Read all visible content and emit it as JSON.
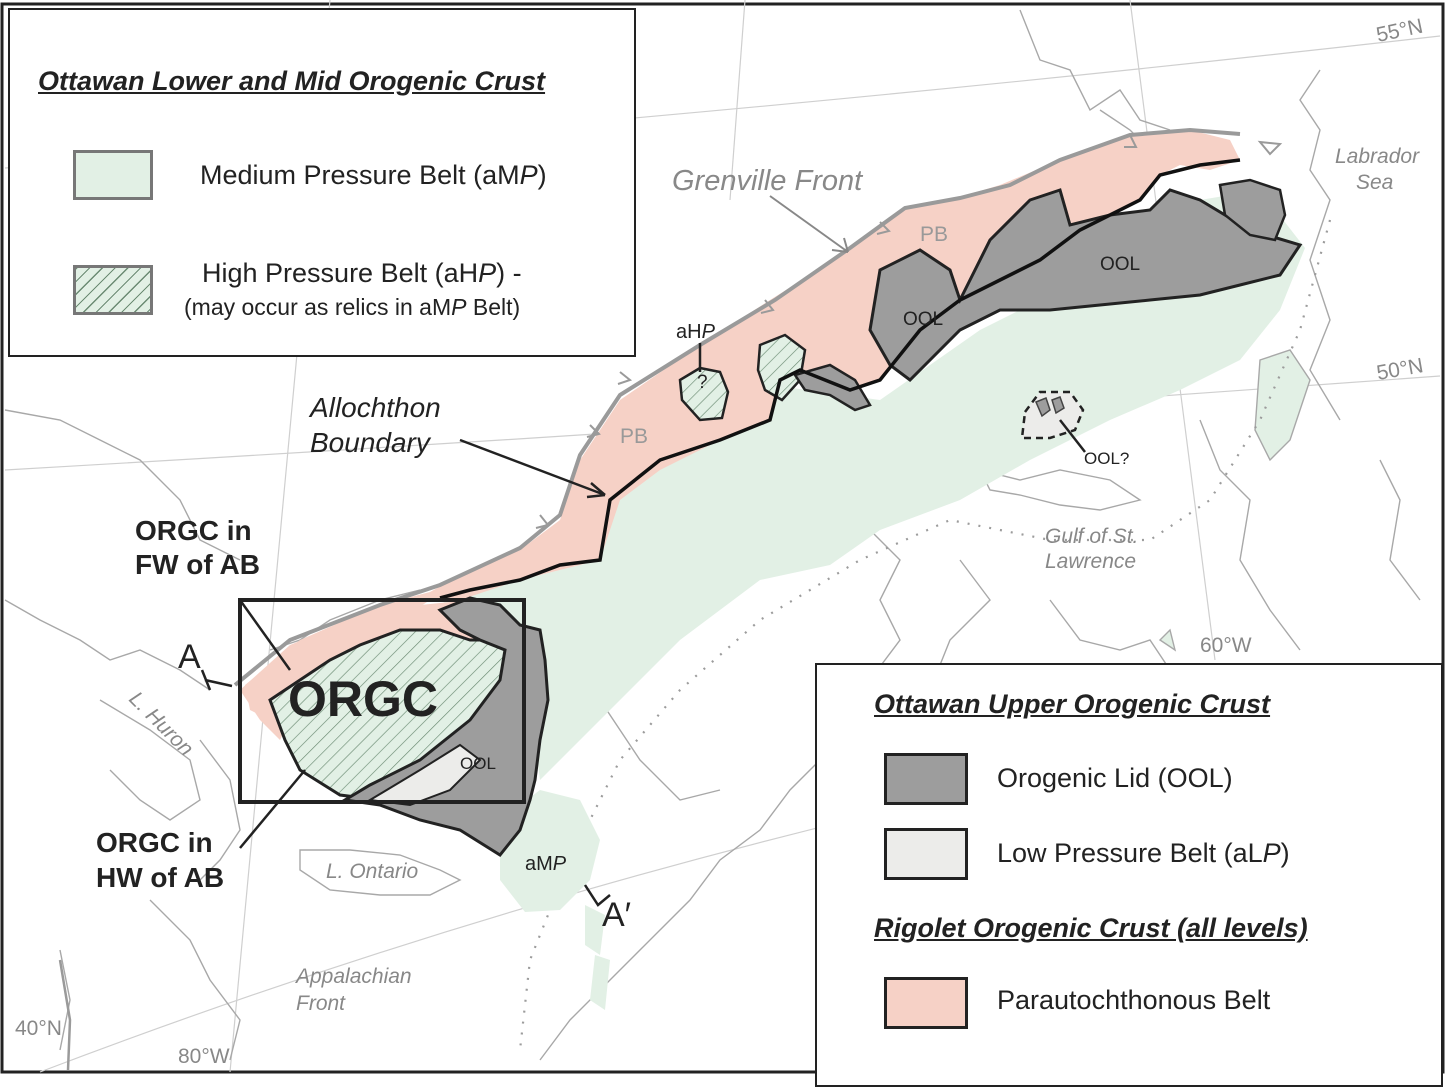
{
  "legend_top": {
    "title": "Ottawan Lower and Mid Orogenic Crust",
    "items": [
      {
        "label_prefix": "Medium Pressure Belt (aM",
        "label_italic": "P",
        "label_suffix": ")",
        "swatch": "medium-pressure",
        "color": "#e2f0e5"
      },
      {
        "label_prefix": "High Pressure Belt (aH",
        "label_italic": "P",
        "label_suffix": ") -",
        "sub_prefix": "(may occur as relics in aM",
        "sub_italic": "P",
        "sub_suffix": " Belt)",
        "swatch": "high-pressure-hatched",
        "color": "#e2f0e5"
      }
    ]
  },
  "legend_bottom": {
    "title": "Ottawan Upper Orogenic Crust",
    "items": [
      {
        "label": "Orogenic Lid (OOL)",
        "color": "#9d9d9d"
      },
      {
        "label_prefix": "Low Pressure Belt (aL",
        "label_italic": "P",
        "label_suffix": ")",
        "color": "#ececea"
      }
    ],
    "title2": "Rigolet Orogenic Crust (all levels)",
    "items2": [
      {
        "label": "Parautochthonous Belt",
        "color": "#f6d1c6"
      }
    ]
  },
  "map_labels": {
    "lat_55": "55°N",
    "lat_50": "50°N",
    "lat_40": "40°N",
    "lon_60": "60°W",
    "lon_80": "80°W",
    "labrador_sea": [
      "Labrador",
      "Sea"
    ],
    "grenville_front": "Grenville Front",
    "gulf": [
      "Gulf of St.",
      "Lawrence"
    ],
    "l_huron": "L. Huron",
    "l_ontario": "L. Ontario",
    "appalachian": [
      "Appalachian",
      "Front"
    ],
    "allochthon": [
      "Allochthon",
      "Boundary"
    ],
    "orgc_fw": [
      "ORGC in",
      "FW of AB"
    ],
    "orgc_hw": [
      "ORGC in",
      "HW of AB"
    ],
    "orgc": "ORGC",
    "pb": "PB",
    "ool": "OOL",
    "ool_q": "OOL?",
    "ahp_prefix": "aH",
    "ahp_italic": "P",
    "amp_prefix": "aM",
    "amp_italic": "P",
    "question": "?",
    "section_a": "A",
    "section_a_prime": "A′"
  },
  "colors": {
    "medium_pressure": "#e2f0e5",
    "parautochthonous": "#f6d1c6",
    "orogenic_lid": "#9d9d9d",
    "low_pressure": "#ececea",
    "coast": "#a8a8a8",
    "front": "#9a9a9a"
  }
}
